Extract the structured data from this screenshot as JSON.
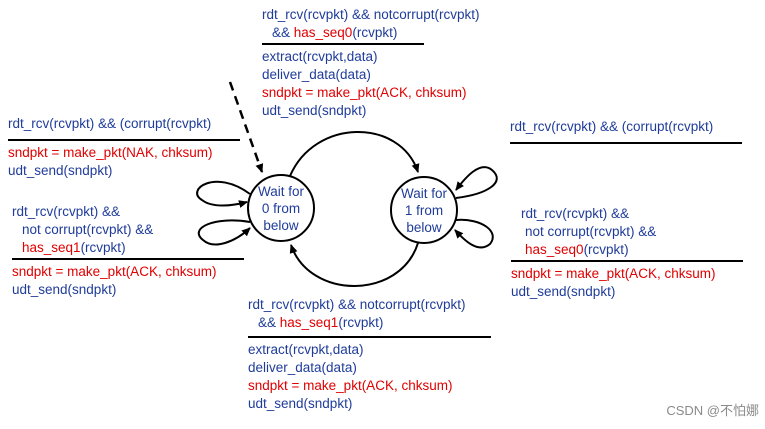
{
  "states": {
    "wait0": "Wait for\n0 from\nbelow",
    "wait1": "Wait for\n1 from\nbelow"
  },
  "top_transition": {
    "event_l1_a": "rdt_rcv(rcvpkt) && notcorrupt(rcvpkt)",
    "event_l2_a": "&& ",
    "event_l2_b": "has_seq0",
    "event_l2_c": "(rcvpkt)",
    "action_1": "extract(rcvpkt,data)",
    "action_2": "deliver_data(data)",
    "action_3": "sndpkt = make_pkt(ACK, chksum)",
    "action_4": "udt_send(sndpkt)"
  },
  "left_upper_transition": {
    "event": "rdt_rcv(rcvpkt) && (corrupt(rcvpkt)",
    "action_1": "sndpkt = make_pkt(NAK, chksum)",
    "action_2": "udt_send(sndpkt)"
  },
  "left_lower_transition": {
    "event_1": "rdt_rcv(rcvpkt) &&",
    "event_2": "not corrupt(rcvpkt) &&",
    "event_3_a": "has_seq1",
    "event_3_b": "(rcvpkt)",
    "action_1": "sndpkt = make_pkt(ACK, chksum)",
    "action_2": "udt_send(sndpkt)"
  },
  "right_upper_transition": {
    "event": "rdt_rcv(rcvpkt) && (corrupt(rcvpkt)"
  },
  "right_lower_transition": {
    "event_1": "rdt_rcv(rcvpkt) &&",
    "event_2": "not corrupt(rcvpkt) &&",
    "event_3_a": "has_seq0",
    "event_3_b": "(rcvpkt)",
    "action_1": "sndpkt = make_pkt(ACK, chksum)",
    "action_2": "udt_send(sndpkt)"
  },
  "bottom_transition": {
    "event_l1": "rdt_rcv(rcvpkt) && notcorrupt(rcvpkt)",
    "event_l2_a": "&& ",
    "event_l2_b": "has_seq1",
    "event_l2_c": "(rcvpkt)",
    "action_1": "extract(rcvpkt,data)",
    "action_2": "deliver_data(data)",
    "action_3": "sndpkt = make_pkt(ACK, chksum)",
    "action_4": "udt_send(sndpkt)"
  },
  "watermark": "CSDN @不怕娜",
  "colors": {
    "text": "#1f3c9a",
    "highlight": "#e00000",
    "lines": "#000000"
  }
}
